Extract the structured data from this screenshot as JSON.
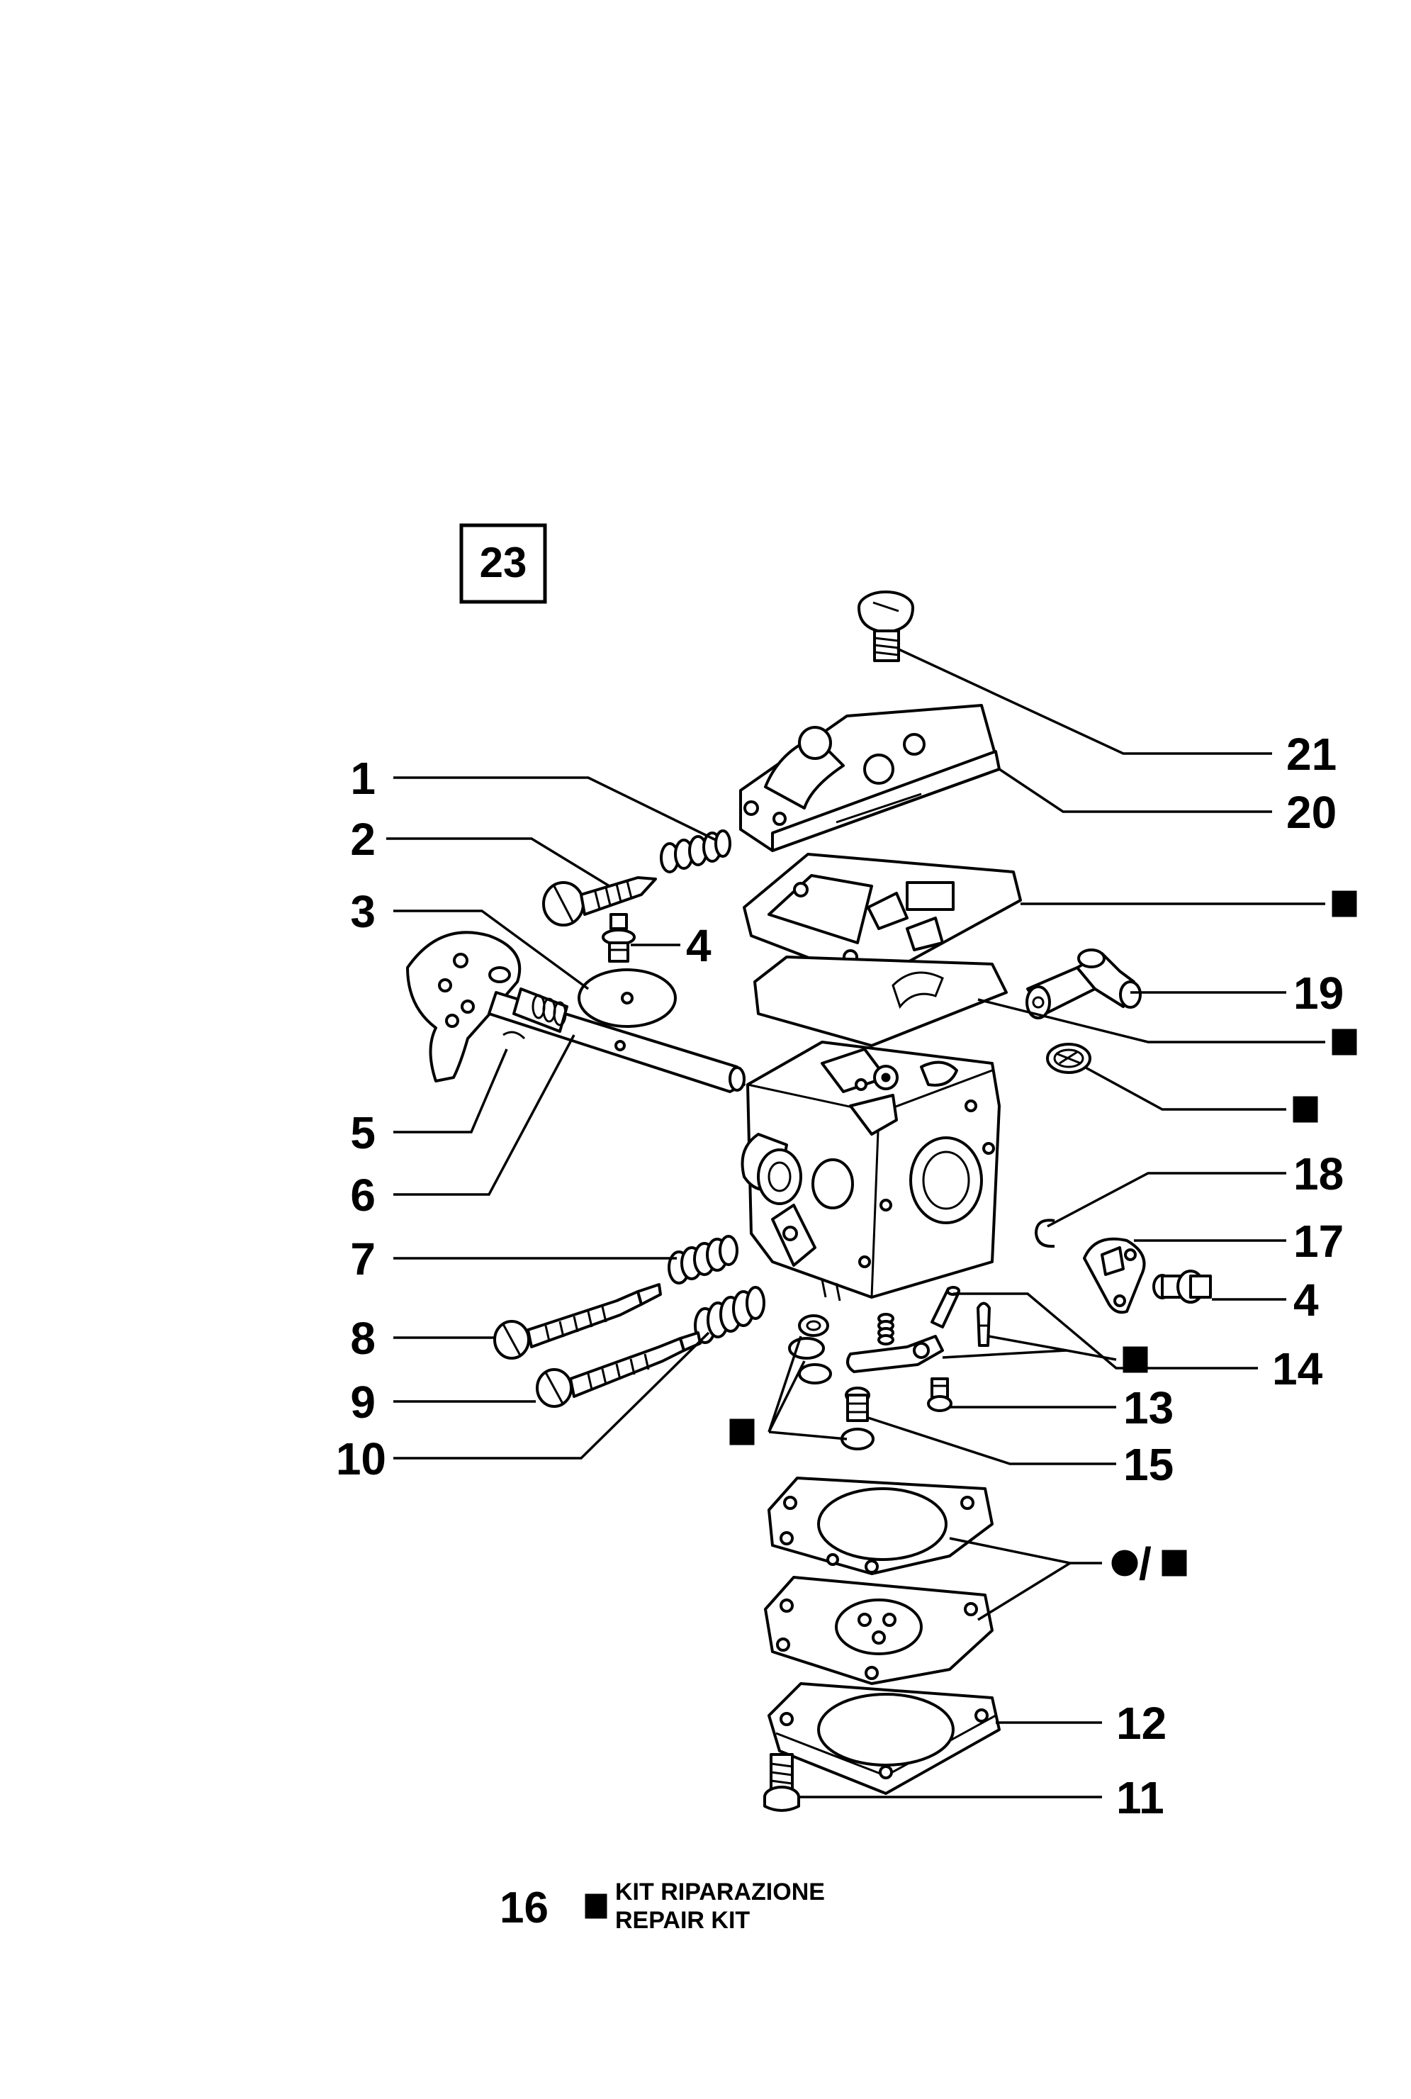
{
  "figure": {
    "box_number": "23",
    "callouts": {
      "c1": "1",
      "c2": "2",
      "c3": "3",
      "c4a": "4",
      "c5": "5",
      "c6": "6",
      "c7": "7",
      "c8": "8",
      "c9": "9",
      "c10": "10",
      "c11": "11",
      "c12": "12",
      "c13": "13",
      "c14": "14",
      "c15": "15",
      "c17": "17",
      "c18": "18",
      "c19": "19",
      "c20": "20",
      "c21": "21",
      "c4b": "4"
    },
    "symbol_separator": "/"
  },
  "footer": {
    "page_number": "16",
    "kit_line1": "KIT RIPARAZIONE",
    "kit_line2": "REPAIR KIT"
  }
}
